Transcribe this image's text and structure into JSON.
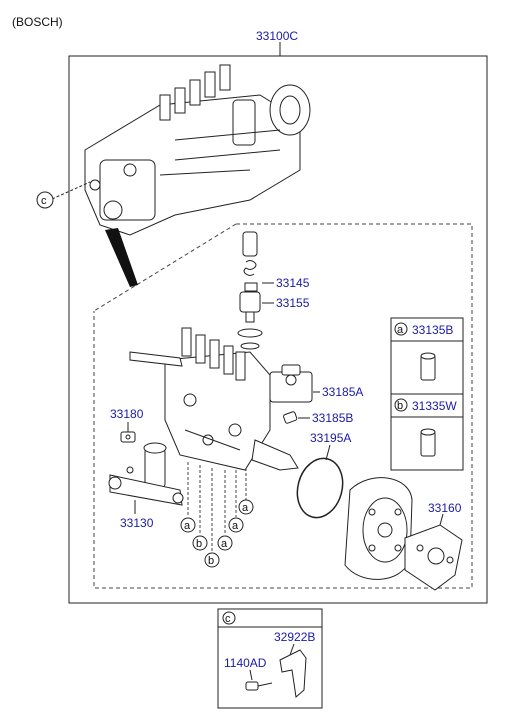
{
  "header": {
    "brand": "(BOSCH)"
  },
  "labels": {
    "assembly": "33100C",
    "p33145": "33145",
    "p33155": "33155",
    "p33185A": "33185A",
    "p33185B": "33185B",
    "p33195A": "33195A",
    "p33180": "33180",
    "p33130": "33130",
    "p33160": "33160",
    "p33135B": "33135B",
    "p31335W": "31335W",
    "p32922B": "32922B",
    "p1140AD": "1140AD"
  },
  "callouts": {
    "c": "c",
    "a": "a",
    "b": "b"
  },
  "colors": {
    "label": "#1a1aa8",
    "line": "#222222"
  }
}
